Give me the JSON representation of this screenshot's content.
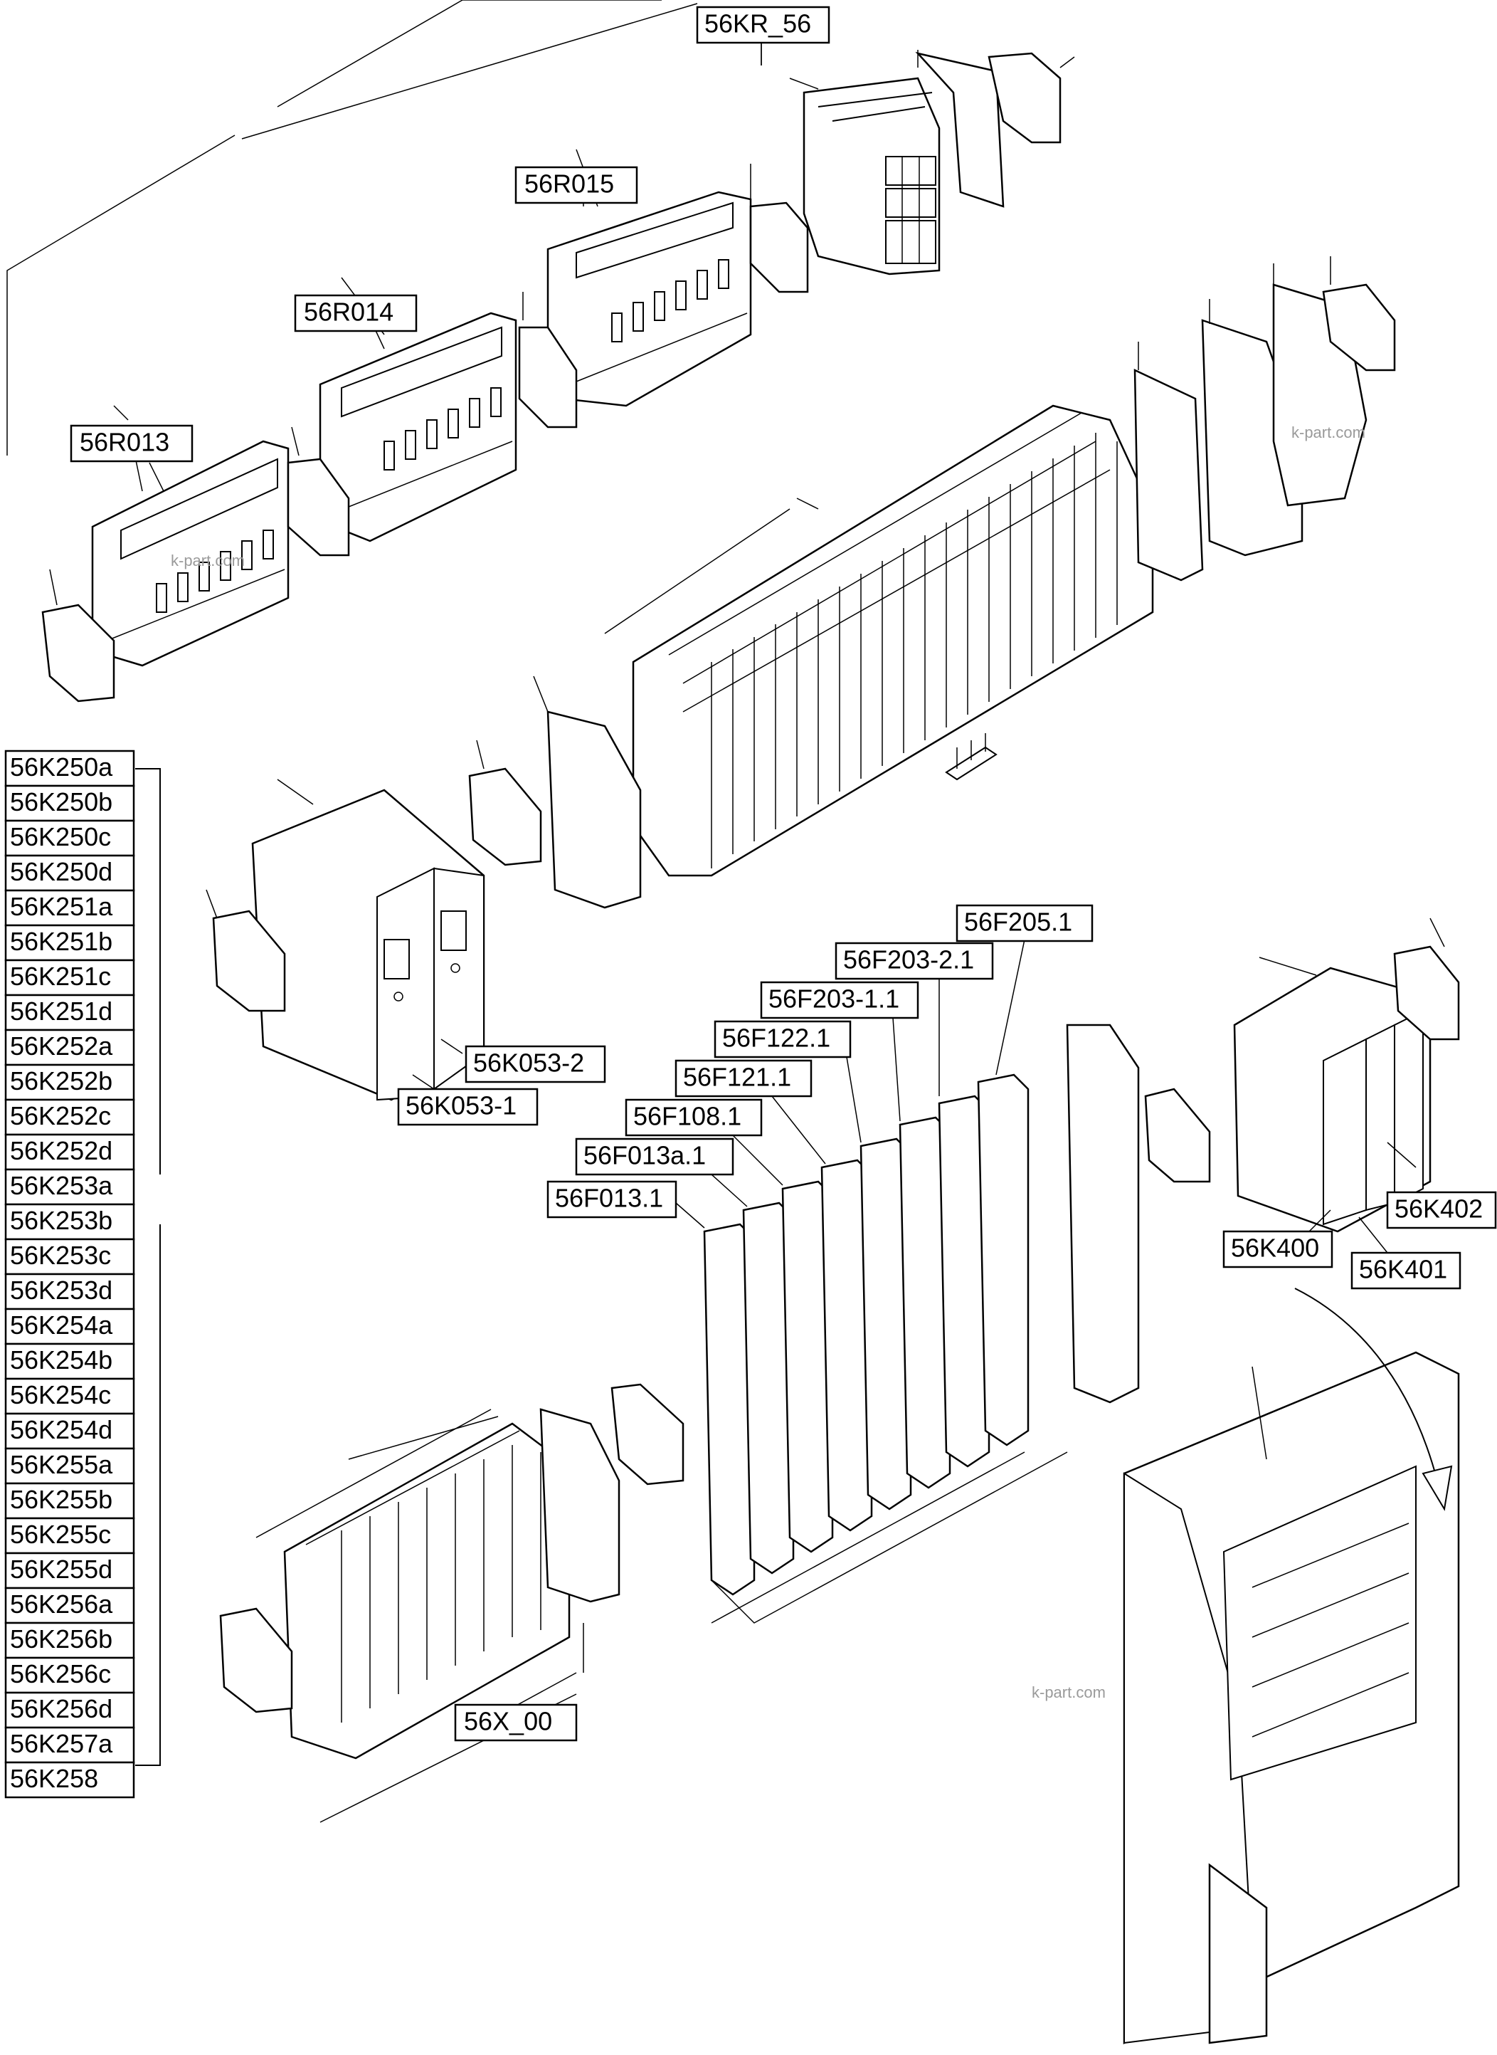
{
  "watermarks": [
    "k-part.com",
    "k-part.com",
    "k-part.com"
  ],
  "module_labels": {
    "kr56": "56KR_56",
    "r015": "56R015",
    "r014": "56R014",
    "r013": "56R013",
    "k053_2": "56K053-2",
    "k053_1": "56K053-1",
    "f205": "56F205.1",
    "f203_2": "56F203-2.1",
    "f203_1": "56F203-1.1",
    "f122": "56F122.1",
    "f121": "56F121.1",
    "f108": "56F108.1",
    "f013a": "56F013a.1",
    "f013": "56F013.1",
    "k402": "56K402",
    "k400": "56K400",
    "k401": "56K401",
    "x00": "56X_00"
  },
  "relay_list": [
    "56K250a",
    "56K250b",
    "56K250c",
    "56K250d",
    "56K251a",
    "56K251b",
    "56K251c",
    "56K251d",
    "56K252a",
    "56K252b",
    "56K252c",
    "56K252d",
    "56K253a",
    "56K253b",
    "56K253c",
    "56K253d",
    "56K254a",
    "56K254b",
    "56K254c",
    "56K254d",
    "56K255a",
    "56K255b",
    "56K255c",
    "56K255d",
    "56K256a",
    "56K256b",
    "56K256c",
    "56K256d",
    "56K257a",
    "56K258"
  ]
}
